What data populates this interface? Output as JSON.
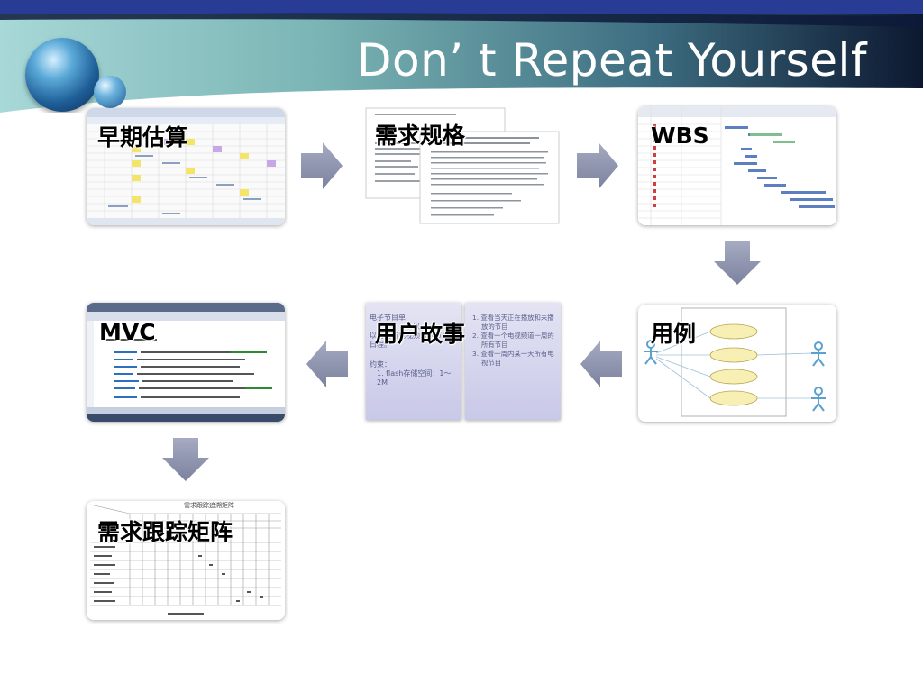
{
  "slide": {
    "title": "Don’ t Repeat Yourself"
  },
  "cards": {
    "estimate": {
      "label": "早期估算"
    },
    "requirements": {
      "label": "需求规格"
    },
    "wbs": {
      "label": "WBS"
    },
    "mvc": {
      "label": "MVC"
    },
    "user_story": {
      "label": "用户故事",
      "left_text": [
        "电子节目单",
        "…以",
        "以内所有电视频道的节目",
        "日程。"
      ],
      "constraint_label": "约束：",
      "constraint_item": "1. flash存储空间：1～2M",
      "right_items": [
        "1. 查看当天正在播放和未播",
        "放的节目",
        "2. 查看一个电视频道一周的",
        "所有节目",
        "3. 查看一周内某一天所有电",
        "视节目"
      ]
    },
    "use_case": {
      "label": "用例"
    },
    "traceability": {
      "label": "需求跟踪矩阵",
      "sheet_title": "需求跟踪追溯矩阵"
    }
  },
  "colors": {
    "header_band": "#283c96",
    "header_teal": "#7ab8b8",
    "arrow": "#8a8faa"
  },
  "icons": [
    "logo-orb-icon",
    "arrow-right-icon",
    "arrow-down-icon",
    "arrow-left-icon"
  ]
}
